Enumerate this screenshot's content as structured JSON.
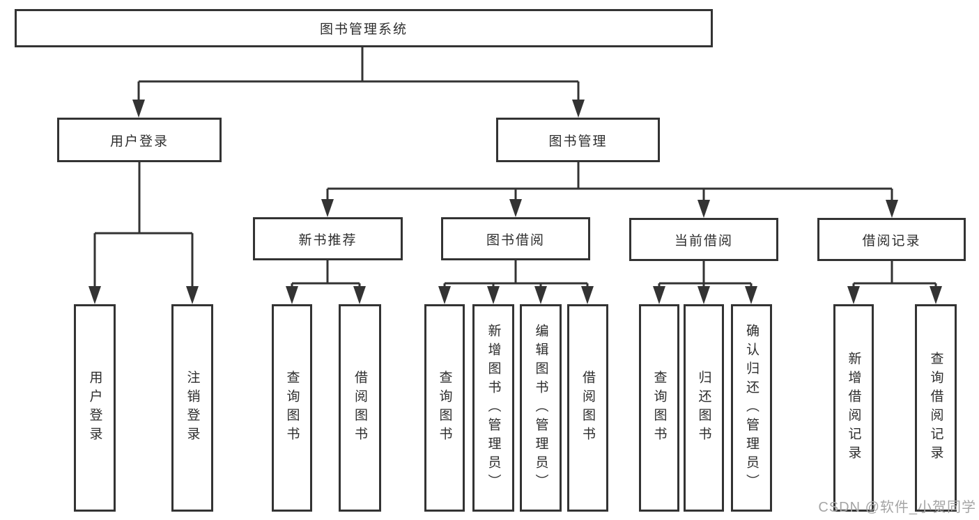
{
  "diagram": {
    "root": "图书管理系统",
    "level2": [
      "用户登录",
      "图书管理"
    ],
    "level3": [
      "新书推荐",
      "图书借阅",
      "当前借阅",
      "借阅记录"
    ],
    "leaves_user": [
      "用户登录",
      "注销登录"
    ],
    "leaves_new_book": [
      "查询图书",
      "借阅图书"
    ],
    "leaves_borrow": [
      "查询图书",
      "新增图书（管理员）",
      "编辑图书（管理员）",
      "借阅图书"
    ],
    "leaves_current": [
      "查询图书",
      "归还图书",
      "确认归还（管理员）"
    ],
    "leaves_record": [
      "新增借阅记录",
      "查询借阅记录"
    ]
  },
  "watermark": "CSDN @软件_小贺同学",
  "colors": {
    "line": "#333333",
    "text": "#2d2d2d",
    "background": "#ffffff",
    "watermark": "#a5a5a5"
  }
}
